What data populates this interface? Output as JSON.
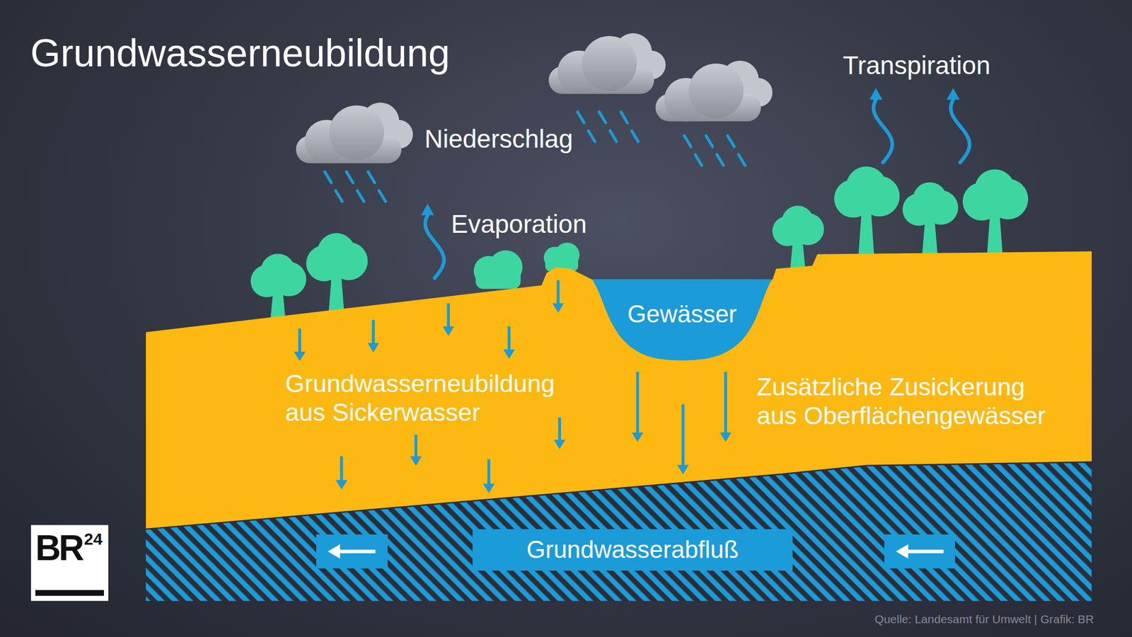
{
  "diagram": {
    "title": "Grundwasserneubildung",
    "nodes": [
      {
        "text": [
          "Grundwasserneubildung aus Sickerwasser",
          "Zusätzliche Zusickerung aus Oberflächengewässer"
        ]
      },
      {
        "text": [
          "Gewässer"
        ]
      },
      {
        "text": [
          "Grundwasserabfluß"
        ]
      }
    ],
    "labels": [
      "Niederschlag",
      "Evaporation",
      "Transpiration",
      "BR",
      "24",
      "Quelle: Landesamt für Umwelt | Grafik: BR"
    ]
  }
}
